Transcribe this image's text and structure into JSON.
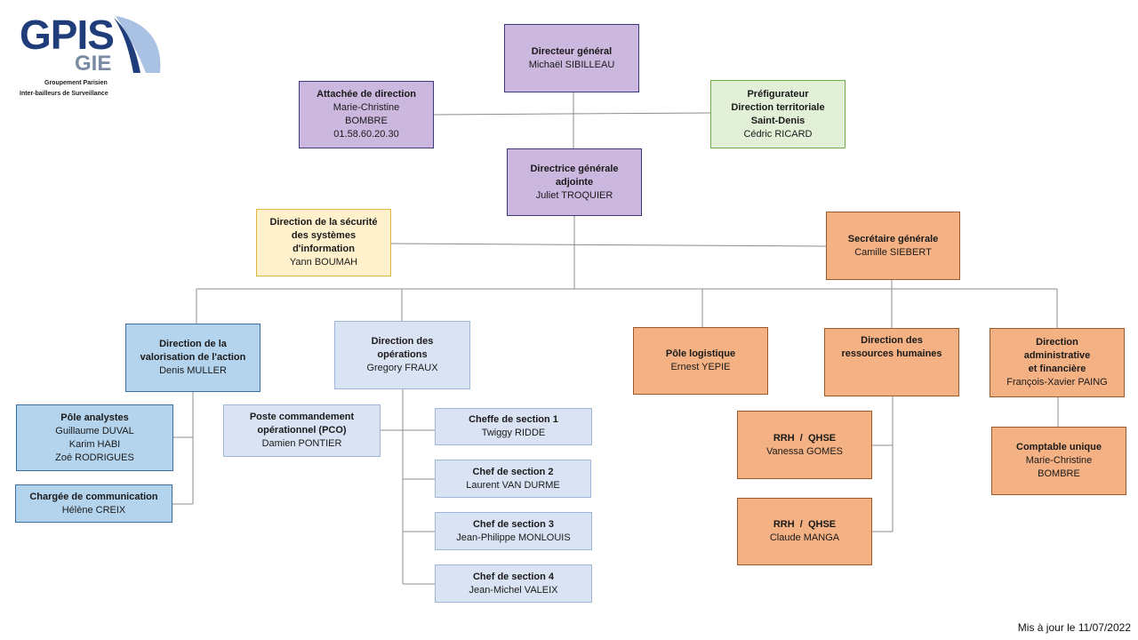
{
  "logo": {
    "name": "GPIS",
    "suffix": "GIE",
    "subtitle_line1": "Groupement Parisien",
    "subtitle_line2": "Inter-bailleurs de Surveillance"
  },
  "updated": "Mis à jour le 11/07/2022",
  "colors": {
    "purple": "#ccb7de",
    "green": "#e3f0d8",
    "yellow": "#fff1cc",
    "orange": "#f4b183",
    "blue": "#b4d4ee",
    "light_blue": "#dae3f3",
    "line": "#8c8c8c"
  },
  "nodes": {
    "dg": {
      "title": "Directeur général",
      "names": [
        "Michaël SIBILLEAU"
      ]
    },
    "attachee": {
      "title": "Attachée de direction",
      "names": [
        "Marie-Christine",
        "BOMBRE",
        "01.58.60.20.30"
      ]
    },
    "prefig": {
      "title_lines": [
        "Préfigurateur",
        "Direction territoriale",
        "Saint-Denis"
      ],
      "names": [
        "Cédric RICARD"
      ]
    },
    "dga": {
      "title_lines": [
        "Directrice générale",
        "adjointe"
      ],
      "names": [
        "Juliet TROQUIER"
      ]
    },
    "dsi": {
      "title_lines": [
        "Direction de la sécurité",
        "des systèmes",
        "d'information"
      ],
      "names": [
        "Yann BOUMAH"
      ]
    },
    "sg": {
      "title": "Secrétaire générale",
      "names": [
        "Camille SIEBERT"
      ]
    },
    "dva": {
      "title_lines": [
        "Direction de la",
        "valorisation  de l'action"
      ],
      "names": [
        "Denis MULLER"
      ]
    },
    "dop": {
      "title_lines": [
        "Direction des",
        "opérations"
      ],
      "names": [
        "Gregory FRAUX"
      ]
    },
    "logistique": {
      "title": "Pôle logistique",
      "names": [
        "Ernest YEPIE"
      ]
    },
    "drh": {
      "title_lines": [
        "Direction des",
        "ressources humaines"
      ],
      "names": []
    },
    "daf": {
      "title_lines": [
        "Direction",
        "administrative",
        "et financière"
      ],
      "names": [
        "François-Xavier PAING"
      ]
    },
    "analystes": {
      "title": "Pôle analystes",
      "names": [
        "Guillaume DUVAL",
        "Karim HABI",
        "Zoé RODRIGUES"
      ]
    },
    "communication": {
      "title": "Chargée de communication",
      "names": [
        "Hélène CREIX"
      ]
    },
    "pco": {
      "title_lines": [
        "Poste commandement",
        "opérationnel (PCO)"
      ],
      "names": [
        "Damien PONTIER"
      ]
    },
    "section1": {
      "title": "Cheffe de section 1",
      "names": [
        "Twiggy RIDDE"
      ]
    },
    "section2": {
      "title": "Chef de section 2",
      "names": [
        "Laurent VAN DURME"
      ]
    },
    "section3": {
      "title": "Chef de section 3",
      "names": [
        "Jean-Philippe MONLOUIS"
      ]
    },
    "section4": {
      "title": "Chef de section 4",
      "names": [
        "Jean-Michel VALEIX"
      ]
    },
    "rrh1": {
      "title": "RRH  /  QHSE",
      "names": [
        "Vanessa GOMES"
      ]
    },
    "rrh2": {
      "title": "RRH  /  QHSE",
      "names": [
        "Claude MANGA"
      ]
    },
    "comptable": {
      "title": "Comptable unique",
      "names": [
        "Marie-Christine",
        "BOMBRE"
      ]
    }
  }
}
